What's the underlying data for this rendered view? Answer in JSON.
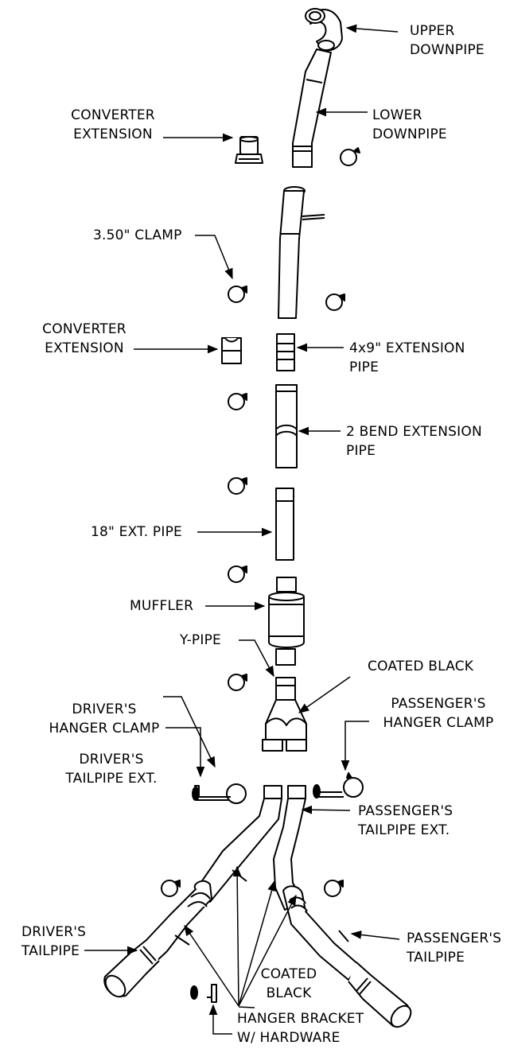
{
  "labels": {
    "upper_downpipe": [
      "UPPER",
      "DOWNPIPE"
    ],
    "lower_downpipe": [
      "LOWER",
      "DOWNPIPE"
    ],
    "converter_extension_top": [
      "CONVERTER",
      "EXTENSION"
    ],
    "clamp_350": "3.50\" CLAMP",
    "converter_extension_mid": [
      "CONVERTER",
      "EXTENSION"
    ],
    "extension_4x9": [
      "4x9\" EXTENSION",
      "PIPE"
    ],
    "bend_extension": [
      "2 BEND EXTENSION",
      "PIPE"
    ],
    "ext_pipe_18": "18\" EXT. PIPE",
    "muffler": "MUFFLER",
    "y_pipe": "Y-PIPE",
    "coated_black_top": "COATED BLACK",
    "drivers_hanger_clamp": [
      "DRIVER'S",
      "HANGER CLAMP"
    ],
    "passengers_hanger_clamp": [
      "PASSENGER'S",
      "HANGER CLAMP"
    ],
    "drivers_tailpipe_ext": [
      "DRIVER'S",
      "TAILPIPE EXT."
    ],
    "passengers_tailpipe_ext": [
      "PASSENGER'S",
      "TAILPIPE EXT."
    ],
    "drivers_tailpipe": [
      "DRIVER'S",
      "TAILPIPE"
    ],
    "passengers_tailpipe": [
      "PASSENGER'S",
      "TAILPIPE"
    ],
    "coated_black_bottom": [
      "COATED",
      "BLACK"
    ],
    "hanger_bracket": [
      "HANGER BRACKET",
      "W/ HARDWARE"
    ]
  }
}
